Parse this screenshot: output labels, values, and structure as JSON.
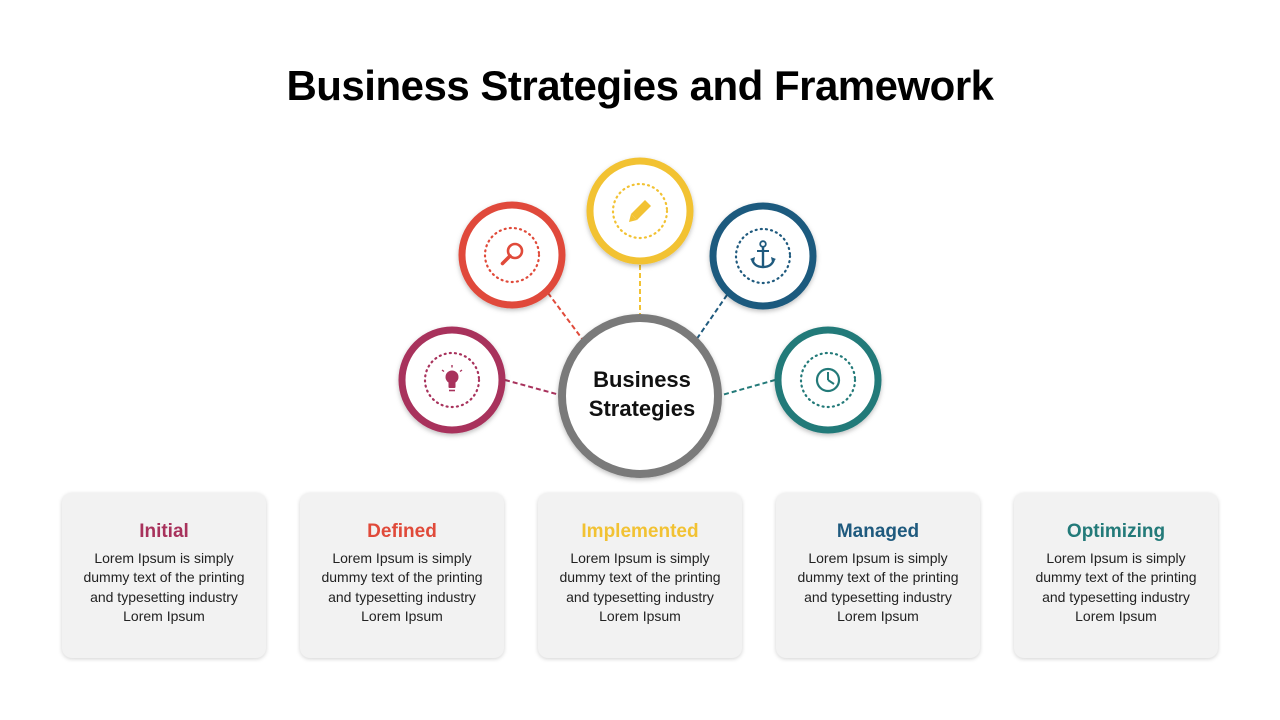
{
  "title": "Business Strategies and Framework",
  "center": {
    "line1": "Business",
    "line2": "Strategies",
    "color": "#7a7a7a"
  },
  "nodes": [
    {
      "icon": "lightbulb-icon",
      "color": "#a8325c"
    },
    {
      "icon": "magnifier-icon",
      "color": "#e04a3a"
    },
    {
      "icon": "pencil-icon",
      "color": "#f2c233"
    },
    {
      "icon": "anchor-icon",
      "color": "#1f5a7e"
    },
    {
      "icon": "clock-icon",
      "color": "#237a79"
    }
  ],
  "cards": [
    {
      "title": "Initial",
      "text": "Lorem Ipsum is simply dummy text of the printing and typesetting industry Lorem Ipsum",
      "color": "#a8325c"
    },
    {
      "title": "Defined",
      "text": "Lorem Ipsum is simply dummy text of the printing and typesetting industry Lorem Ipsum",
      "color": "#e04a3a"
    },
    {
      "title": "Implemented",
      "text": "Lorem Ipsum is simply dummy text of the printing and typesetting industry Lorem Ipsum",
      "color": "#f2c233"
    },
    {
      "title": "Managed",
      "text": "Lorem Ipsum is simply dummy text of the printing and typesetting industry Lorem Ipsum",
      "color": "#1f5a7e"
    },
    {
      "title": "Optimizing",
      "text": "Lorem Ipsum is simply dummy text of the printing and typesetting industry Lorem Ipsum",
      "color": "#237a79"
    }
  ]
}
